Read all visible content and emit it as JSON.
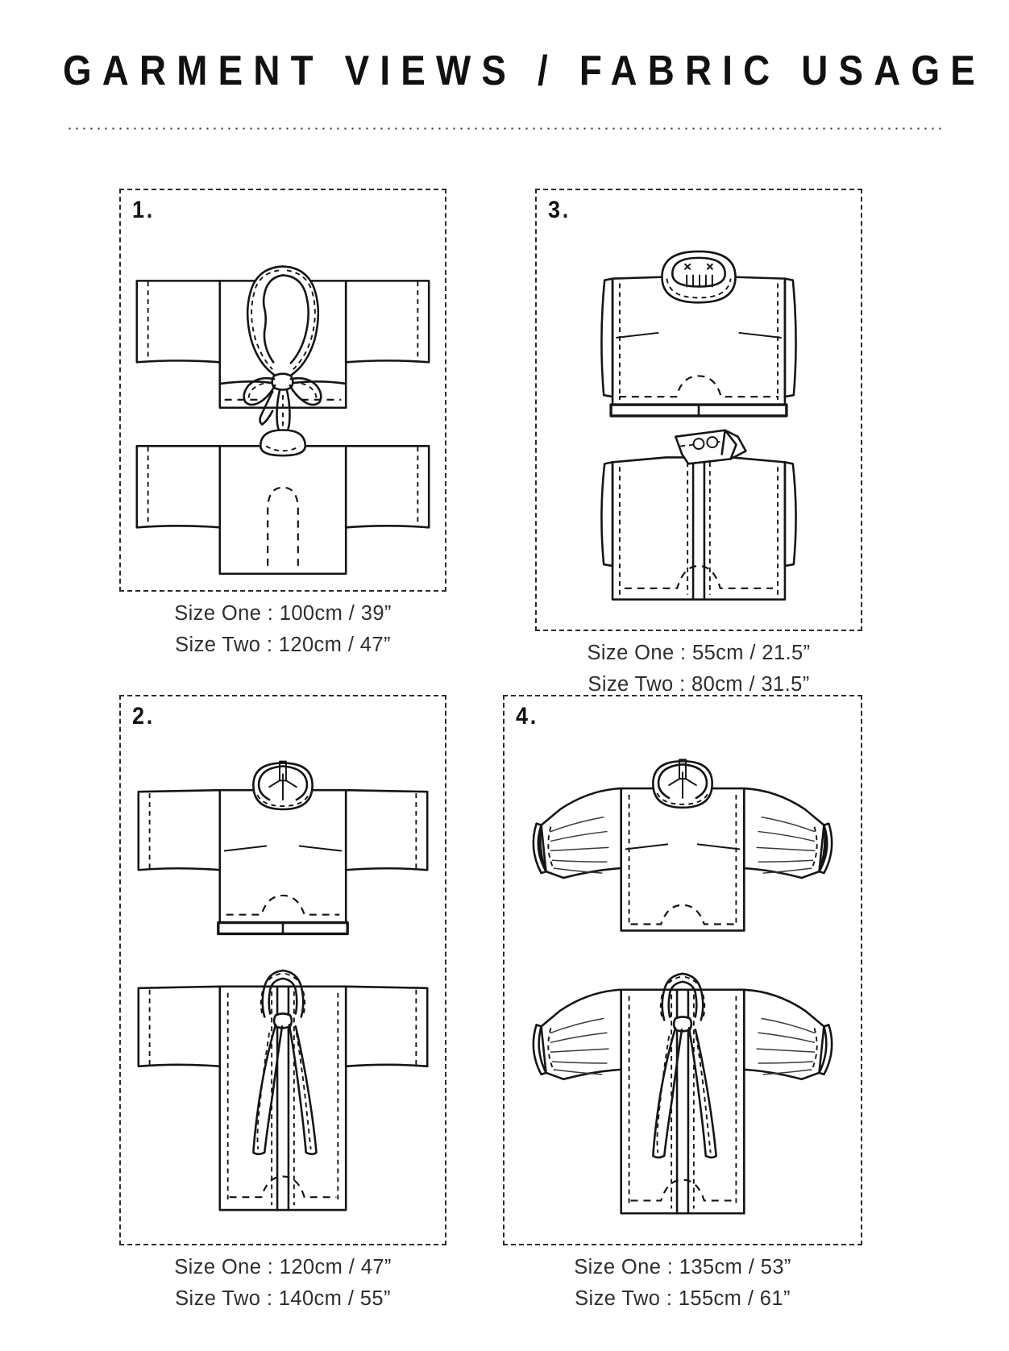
{
  "document": {
    "title": "GARMENT VIEWS / FABRIC USAGE",
    "type": "sewing-pattern-instruction-sheet"
  },
  "panels": [
    {
      "number": "1.",
      "id": "panel-1",
      "views": [
        "front wrap jacket with neck tie",
        "back view with round neckline"
      ],
      "caption": {
        "line_one": "Size One : 100cm / 39”",
        "line_two": "Size Two : 120cm / 47”"
      },
      "fabric": {
        "size_one_cm": 100,
        "size_one_in": 39,
        "size_two_cm": 120,
        "size_two_in": 47
      }
    },
    {
      "number": "2.",
      "id": "panel-2",
      "views": [
        "front top with mandarin collar",
        "long robe back with tie"
      ],
      "caption": {
        "line_one": "Size One : 120cm / 47”",
        "line_two": "Size Two : 140cm / 55”"
      },
      "fabric": {
        "size_one_cm": 120,
        "size_one_in": 47,
        "size_two_cm": 140,
        "size_two_in": 55
      }
    },
    {
      "number": "3.",
      "id": "panel-3",
      "views": [
        "short sleeve top with stand collar",
        "long shirt with buttoned collar"
      ],
      "caption": {
        "line_one": "Size One : 55cm / 21.5”",
        "line_two": "Size Two : 80cm / 31.5”"
      },
      "fabric": {
        "size_one_cm": 55,
        "size_one_in": 21.5,
        "size_two_cm": 80,
        "size_two_in": 31.5
      }
    },
    {
      "number": "4.",
      "id": "panel-4",
      "views": [
        "gathered cuff top with mandarin collar",
        "long gathered cuff robe with tie"
      ],
      "caption": {
        "line_one": "Size One : 135cm / 53”",
        "line_two": "Size Two : 155cm / 61”"
      },
      "fabric": {
        "size_one_cm": 135,
        "size_one_in": 53,
        "size_two_cm": 155,
        "size_two_in": 61
      }
    }
  ],
  "colors": {
    "ink": "#151515",
    "paper": "#ffffff",
    "caption_text": "#2e2e2e",
    "rule": "#2a2a2a"
  }
}
